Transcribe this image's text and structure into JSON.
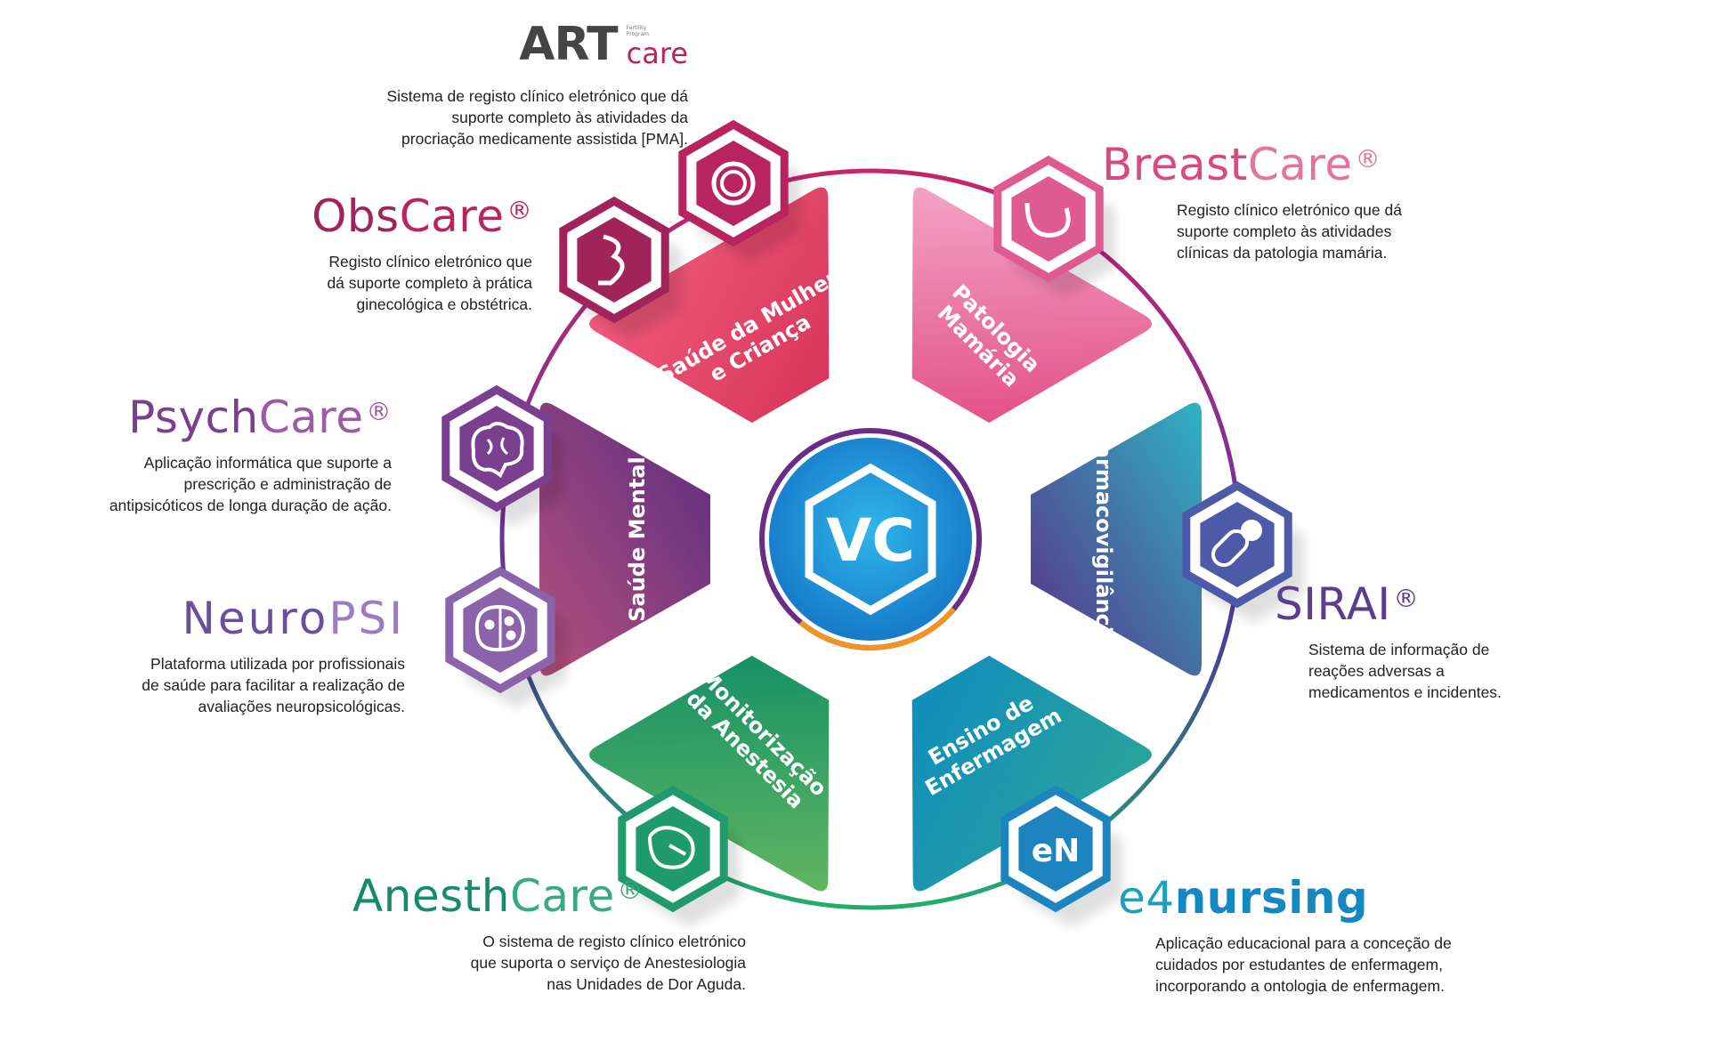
{
  "center": {
    "label": "VC"
  },
  "segments": [
    {
      "id": "saude-mulher",
      "lines": [
        "Saúde da Mulher",
        "e Criança"
      ]
    },
    {
      "id": "patologia-mamaria",
      "lines": [
        "Patologia",
        "Mamária"
      ]
    },
    {
      "id": "farmacovigilancia",
      "lines": [
        "Farmacovigilância"
      ]
    },
    {
      "id": "ensino-enfermagem",
      "lines": [
        "Ensino de",
        "Enfermagem"
      ]
    },
    {
      "id": "monitorizacao-anestesia",
      "lines": [
        "Monitorização",
        "da Anestesia"
      ]
    },
    {
      "id": "saude-mental",
      "lines": [
        "Saúde Mental"
      ]
    }
  ],
  "products": {
    "artcare": {
      "name_main": "ART",
      "name_care": "care",
      "tag_line1": "Fertility",
      "tag_line2": "Program",
      "desc": [
        "Sistema de registo clínico eletrónico que dá",
        "suporte completo às atividades da",
        "procriação medicamente assistida [PMA]."
      ]
    },
    "obscare": {
      "name_a": "Obs",
      "name_b": "Care",
      "reg": "®",
      "desc": [
        "Registo clínico eletrónico que",
        "dá suporte completo à prática",
        "ginecológica e obstétrica."
      ]
    },
    "psychcare": {
      "name_a": "Psych",
      "name_b": "Care",
      "reg": "®",
      "desc": [
        "Aplicação informática que suporte a",
        "prescrição e administração de",
        "antipsicóticos de longa duração de ação."
      ]
    },
    "neuropsi": {
      "name_a": "Neuro",
      "name_b": "PSI",
      "desc": [
        "Plataforma utilizada por profissionais",
        "de saúde para facilitar a realização de",
        "avaliações neuropsicológicas."
      ]
    },
    "anesthcare": {
      "name_a": "Anesth",
      "name_b": "Care",
      "reg": "®",
      "desc": [
        "O sistema de registo clínico eletrónico",
        "que suporta o serviço de Anestesiologia",
        "nas Unidades de Dor Aguda."
      ]
    },
    "breastcare": {
      "name_a": "Breast",
      "name_b": "Care",
      "reg": "®",
      "desc": [
        "Registo clínico eletrónico que dá",
        "suporte completo às atividades",
        "clínicas da patologia mamária."
      ]
    },
    "sirai": {
      "name_a": "SIRAI",
      "reg": "®",
      "desc": [
        "Sistema de informação de",
        "reações adversas a",
        "medicamentos e incidentes."
      ]
    },
    "e4nursing": {
      "name_a": "e4",
      "name_b": "nursing",
      "desc": [
        "Aplicação educacional para a conceção de",
        "cuidados por estudantes de enfermagem,",
        "incorporando a ontologia de enfermagem."
      ]
    }
  },
  "badges": {
    "en_label": "eN"
  },
  "colors": {
    "pink": "#e23e68",
    "magenta": "#b61f5b",
    "purple": "#6a2c86",
    "teal": "#1f8f9b",
    "blue": "#0a86c8",
    "green": "#1e9a6a",
    "orange": "#f29322"
  }
}
